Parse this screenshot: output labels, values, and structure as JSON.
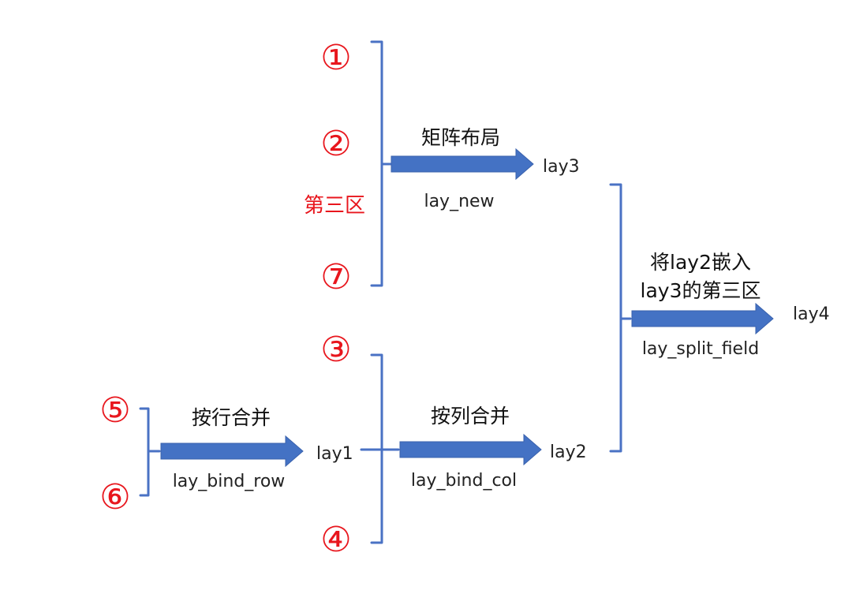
{
  "inputs": {
    "c1": "①",
    "c2": "②",
    "c3": "③",
    "c4": "④",
    "c5": "⑤",
    "c6": "⑥",
    "c7": "⑦",
    "third_zone": "第三区"
  },
  "steps": {
    "bind_row": {
      "op": "按行合并",
      "fn": "lay_bind_row",
      "result": "lay1"
    },
    "bind_col": {
      "op": "按列合并",
      "fn": "lay_bind_col",
      "result": "lay2"
    },
    "matrix": {
      "op": "矩阵布局",
      "fn": "lay_new",
      "result": "lay3"
    },
    "split": {
      "op_line1": "将lay2嵌入",
      "op_line2": "lay3的第三区",
      "fn": "lay_split_field",
      "result": "lay4"
    }
  },
  "colors": {
    "accent_red": "#e8161d",
    "arrow_blue": "#4472c4",
    "bracket_blue": "#4a72c4"
  }
}
